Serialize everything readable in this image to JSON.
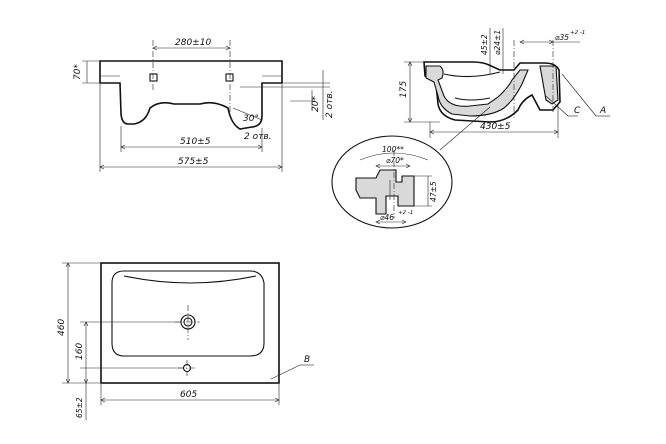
{
  "front_view": {
    "dim_bracket_spacing": "280±10",
    "dim_height": "70*",
    "dim_side_offset": "20*",
    "dim_hole_offset": "2 отв.",
    "dim_angle": "30°",
    "dim_holes_count": "2 отв.",
    "dim_inner_width": "510±5",
    "dim_total_width": "575±5"
  },
  "side_view": {
    "dim_overflow_height": "45±2",
    "dim_drain_inner": "⌀24±1",
    "dim_drain_outer": "⌀35",
    "dim_drain_outer_tol": "+2\n-1",
    "dim_height": "175",
    "dim_depth": "430±5",
    "label_c": "C",
    "label_a": "A"
  },
  "detail_view": {
    "dim_outer": "100**",
    "dim_inner": "⌀70*",
    "dim_height": "47±5",
    "dim_bottom": "⌀46",
    "dim_bottom_tol": "+2\n-1"
  },
  "top_view": {
    "dim_height": "460",
    "dim_drain_offset": "160",
    "dim_bottom_margin": "65±2",
    "dim_width": "605",
    "label_b": "B"
  }
}
